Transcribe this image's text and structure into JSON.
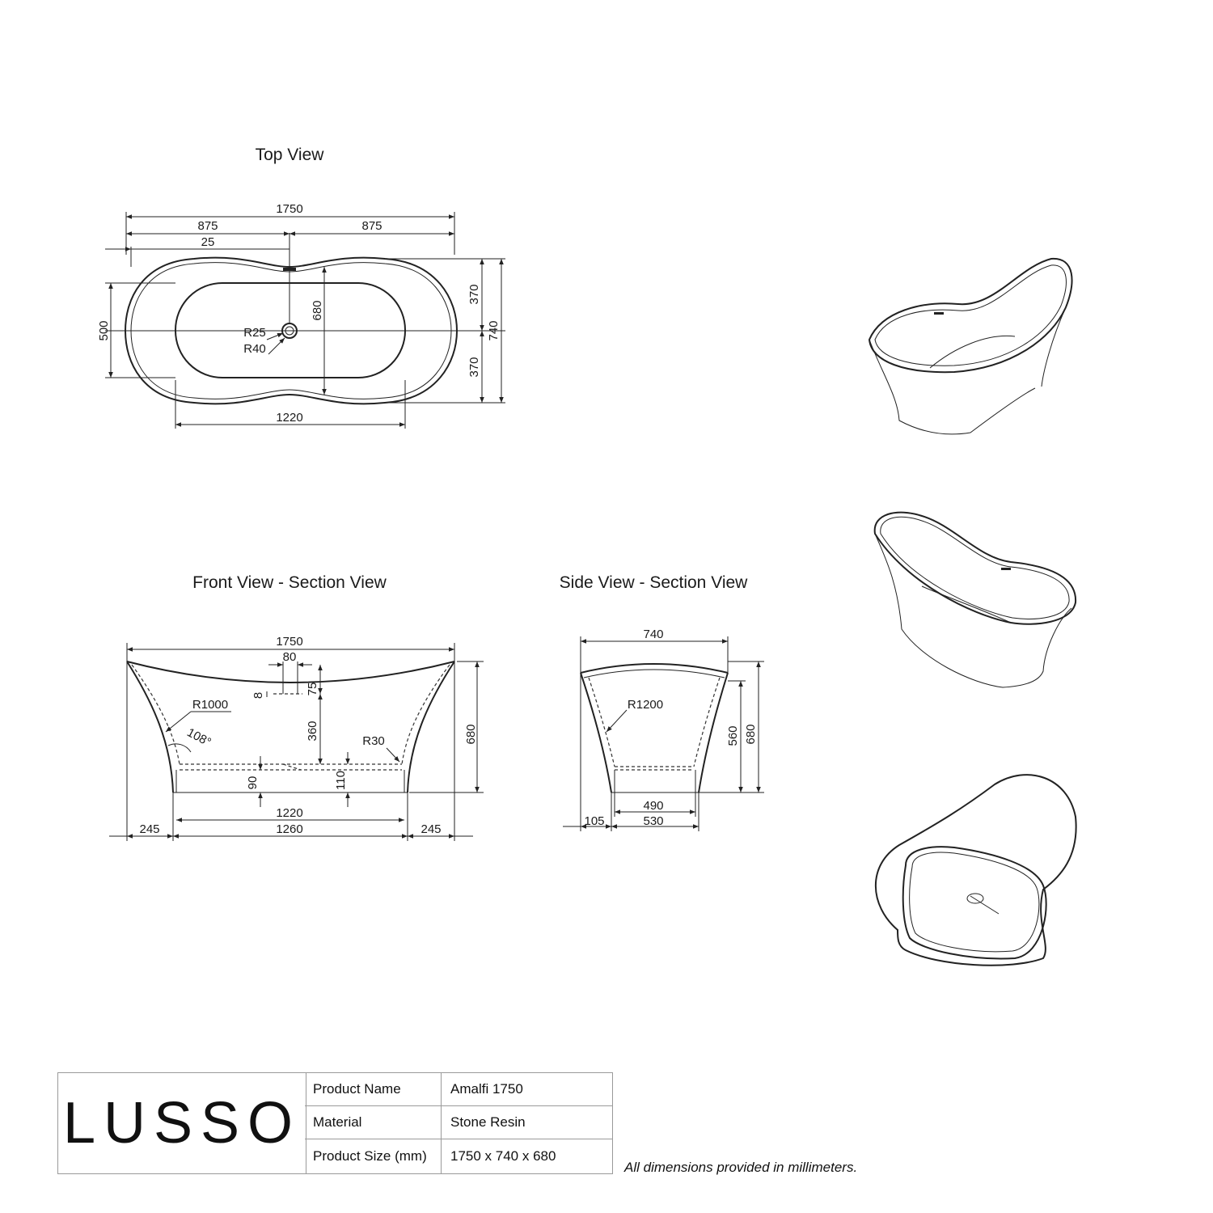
{
  "views": {
    "top": "Top View",
    "front": "Front View - Section View",
    "side": "Side View - Section View"
  },
  "top_dims": {
    "overall": "1750",
    "half_left": "875",
    "half_right": "875",
    "waste_offset": "25",
    "inner_width": "500",
    "basin_length": "1220",
    "inner_height": "680",
    "half_h_top": "370",
    "half_h_bottom": "370",
    "overall_width": "740",
    "r_small": "R25",
    "r_large": "R40"
  },
  "front_dims": {
    "overall": "1750",
    "overflow": "80",
    "thickness": "8",
    "rim_drop": "75",
    "depth": "360",
    "height": "680",
    "radius": "R1000",
    "angle": "108°",
    "corner": "R30",
    "plinth": "90",
    "plinth_b": "110",
    "basin": "1220",
    "base": "1260",
    "overhang_left": "245",
    "overhang_right": "245"
  },
  "side_dims": {
    "overall": "740",
    "radius": "R1200",
    "inner_height": "560",
    "height": "680",
    "basin": "490",
    "base": "530",
    "overhang": "105"
  },
  "table": {
    "logo": "LUSSO",
    "rows": [
      {
        "key": "Product Name",
        "value": "Amalfi 1750"
      },
      {
        "key": "Material",
        "value": "Stone Resin"
      },
      {
        "key": "Product Size (mm)",
        "value": "1750 x 740 x 680"
      }
    ]
  },
  "footnote": "All dimensions provided in millimeters."
}
